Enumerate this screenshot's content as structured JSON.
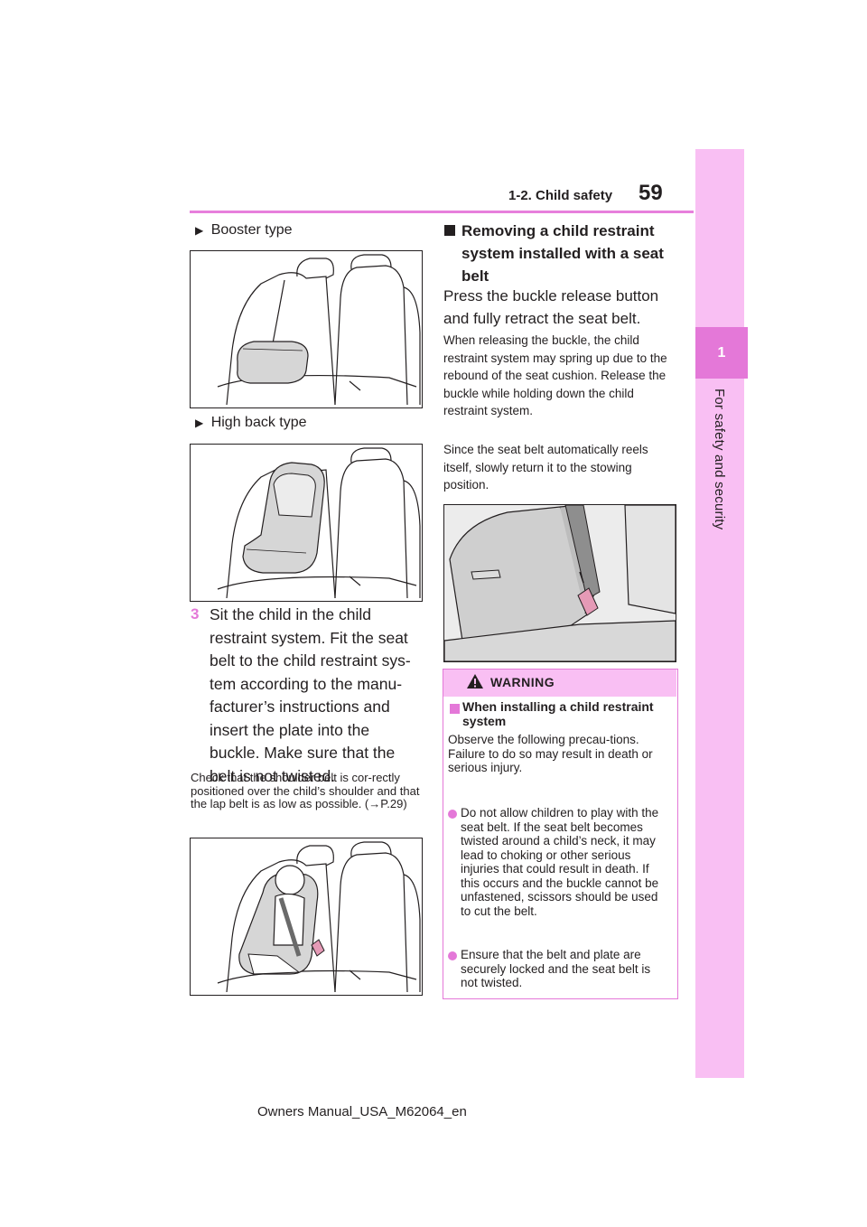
{
  "header": {
    "section": "1-2. Child safety",
    "page_number": "59"
  },
  "side_tab": {
    "chapter_number": "1",
    "chapter_title": "For safety and security"
  },
  "left": {
    "booster_label": "Booster type",
    "highback_label": "High back type",
    "step_number": "3",
    "step_text": "Sit the child in the child restraint system. Fit the seat belt to the child restraint sys-tem according to the manu-facturer’s instructions and insert the plate into the buckle. Make sure that the belt is not twisted.",
    "note": "Check that the shoulder belt is cor-rectly positioned over the child’s shoulder and that the lap belt is as low as possible. (",
    "note_ref": "P.29)",
    "ref_arrow": "→"
  },
  "right": {
    "heading": "Removing a child restraint system installed with a seat belt",
    "body": "Press the buckle release button and fully retract the seat belt.",
    "para1": "When releasing the buckle, the child restraint system may spring up due to the rebound of the seat cushion. Release the buckle while holding down the child restraint system.",
    "para2": "Since the seat belt automatically reels itself, slowly return it to the stowing position."
  },
  "warning": {
    "label": "WARNING",
    "subheading": "When installing a child restraint system",
    "intro": "Observe the following precau-tions. Failure to do so may result in death or serious injury.",
    "bullet1": "Do not allow children to play with the seat belt. If the seat belt becomes twisted around a child’s neck, it may lead to choking or other serious injuries that could result in death. If this occurs and the buckle cannot be unfastened, scissors should be used to cut the belt.",
    "bullet2": "Ensure that the belt and plate are securely locked and the seat belt is not twisted."
  },
  "footer": "Owners Manual_USA_M62064_en",
  "colors": {
    "accent": "#e478d8",
    "accent_light": "#f9bff3",
    "text": "#231f20"
  }
}
